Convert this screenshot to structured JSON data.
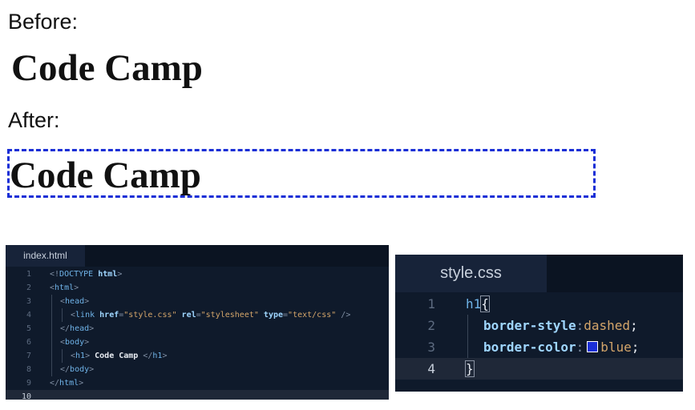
{
  "demo": {
    "before_label": "Before:",
    "after_label": "After:",
    "heading_text": "Code Camp",
    "border_color": "#1a2fd6"
  },
  "html_editor": {
    "tab": "index.html",
    "lines": [
      {
        "n": "1",
        "indent": 0,
        "html": "<span class='punct'>&lt;!</span><span class='tag'>DOCTYPE</span> <span class='attr'>html</span><span class='punct'>&gt;</span>"
      },
      {
        "n": "2",
        "indent": 0,
        "html": "<span class='punct'>&lt;</span><span class='tag'>html</span><span class='punct'>&gt;</span>"
      },
      {
        "n": "3",
        "indent": 1,
        "html": "<span class='punct'>&lt;</span><span class='tag'>head</span><span class='punct'>&gt;</span>"
      },
      {
        "n": "4",
        "indent": 2,
        "html": "<span class='punct'>&lt;</span><span class='tag'>link</span> <span class='attr'>href</span><span class='punct'>=</span><span class='str'>\"style.css\"</span> <span class='attr'>rel</span><span class='punct'>=</span><span class='str'>\"stylesheet\"</span> <span class='attr'>type</span><span class='punct'>=</span><span class='str'>\"text/css\"</span> <span class='punct'>/&gt;</span>"
      },
      {
        "n": "5",
        "indent": 1,
        "html": "<span class='punct'>&lt;/</span><span class='tag'>head</span><span class='punct'>&gt;</span>"
      },
      {
        "n": "6",
        "indent": 1,
        "html": "<span class='punct'>&lt;</span><span class='tag'>body</span><span class='punct'>&gt;</span>"
      },
      {
        "n": "7",
        "indent": 2,
        "html": "<span class='punct'>&lt;</span><span class='tag'>h1</span><span class='punct'>&gt;</span><span class='txt'> Code Camp </span><span class='punct'>&lt;/</span><span class='tag'>h1</span><span class='punct'>&gt;</span>"
      },
      {
        "n": "8",
        "indent": 1,
        "html": "<span class='punct'>&lt;/</span><span class='tag'>body</span><span class='punct'>&gt;</span>"
      },
      {
        "n": "9",
        "indent": 0,
        "html": "<span class='punct'>&lt;/</span><span class='tag'>html</span><span class='punct'>&gt;</span>"
      },
      {
        "n": "10",
        "indent": 0,
        "html": ""
      }
    ],
    "current_line": "10"
  },
  "css_editor": {
    "tab": "style.css",
    "lines": [
      {
        "n": "1",
        "indent": 0,
        "html": "<span class='sel'>h1</span><span class='brace bracket-hl'>{</span>"
      },
      {
        "n": "2",
        "indent": 1,
        "html": "<span class='prop'>border-style</span><span class='punct'>:</span><span class='val'>dashed</span><span class='brace'>;</span>"
      },
      {
        "n": "3",
        "indent": 1,
        "html": "<span class='prop'>border-color</span><span class='punct'>:</span><span class='swatch'></span><span class='val'>blue</span><span class='brace'>;</span>"
      },
      {
        "n": "4",
        "indent": 0,
        "html": "<span class='brace bracket-hl'>}</span>"
      }
    ],
    "current_line": "4"
  }
}
